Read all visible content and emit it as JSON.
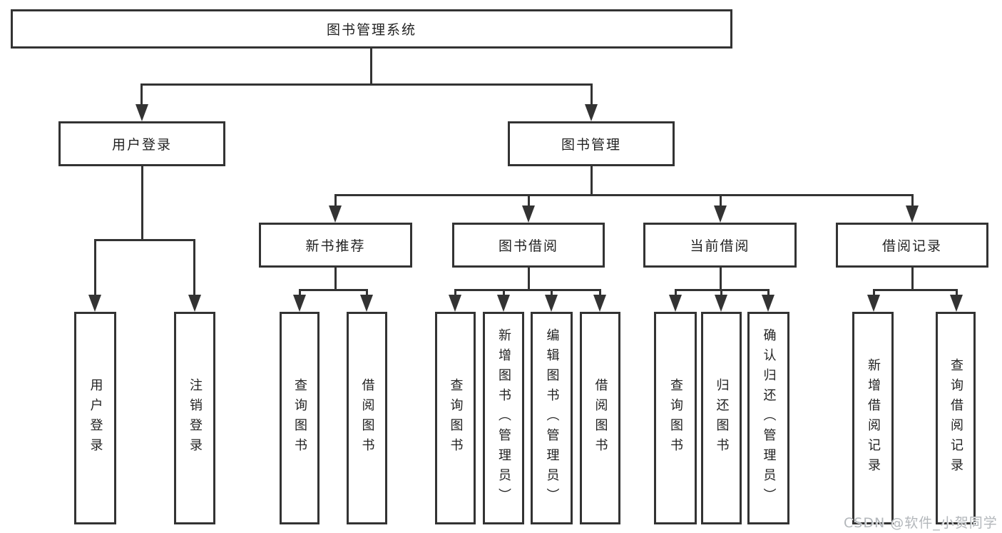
{
  "diagram": {
    "title": "图书管理系统",
    "branches": [
      {
        "label": "用户登录",
        "children": [
          {
            "label": "用户登录"
          },
          {
            "label": "注销登录"
          }
        ]
      },
      {
        "label": "图书管理",
        "children": [
          {
            "label": "新书推荐",
            "children": [
              {
                "label": "查询图书"
              },
              {
                "label": "借阅图书"
              }
            ]
          },
          {
            "label": "图书借阅",
            "children": [
              {
                "label": "查询图书"
              },
              {
                "label": "新增图书（管理员）"
              },
              {
                "label": "编辑图书（管理员）"
              },
              {
                "label": "借阅图书"
              }
            ]
          },
          {
            "label": "当前借阅",
            "children": [
              {
                "label": "查询图书"
              },
              {
                "label": "归还图书"
              },
              {
                "label": "确认归还（管理员）"
              }
            ]
          },
          {
            "label": "借阅记录",
            "children": [
              {
                "label": "新增借阅记录"
              },
              {
                "label": "查询借阅记录"
              }
            ]
          }
        ]
      }
    ]
  },
  "watermark": {
    "text": "CSDN @软件_小贺同学"
  },
  "colors": {
    "line": "#333333",
    "node_border": "#333333",
    "node_text": "#222222",
    "watermark_text": "#b3b7bb",
    "background": "#ffffff"
  }
}
